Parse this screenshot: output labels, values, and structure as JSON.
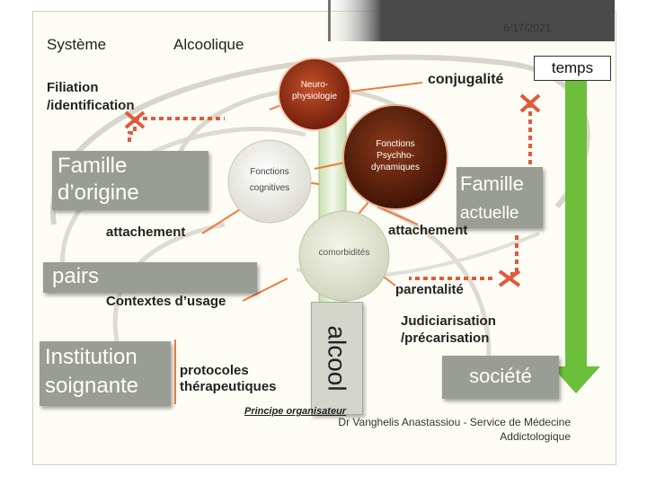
{
  "header": {
    "date": "6/17/2021",
    "left_label": "Système",
    "center_label": "Alcoolique",
    "temps": "temps"
  },
  "labels": {
    "filiation_line1": "Filiation",
    "filiation_line2": "/identification",
    "conjugalite": "conjugalité",
    "famille_origine_line1": "Famille",
    "famille_origine_line2": "d’origine",
    "famille_actuelle_line1": "Famille",
    "famille_actuelle_line2": "actuelle",
    "attachement_left": "attachement",
    "attachement_right": "attachement",
    "pairs": "pairs",
    "contextes": "Contextes d’usage",
    "parentalite": "parentalité",
    "institution_line1": "Institution",
    "institution_line2": "soignante",
    "protocoles_line1": "protocoles",
    "protocoles_line2": "thérapeutiques",
    "alcool": "alcool",
    "judiciarisation_line1": "Judiciarisation",
    "judiciarisation_line2": "/précarisation",
    "societe": "société",
    "principe": "Principe organisateur",
    "credit_line1": "Dr Vanghelis Anastassiou - Service de Médecine",
    "credit_line2": "Addictologique"
  },
  "circles": {
    "neuro_line1": "Neuro-",
    "neuro_line2": "physiologie",
    "fonctions_psy_line1": "Fonctions",
    "fonctions_psy_line2": "Psychho-",
    "fonctions_psy_line3": "dynamiques",
    "fonctions_cog_line1": "Fonctions",
    "fonctions_cog_line2": "cognitives",
    "comorbidites": "comorbidités"
  },
  "colors": {
    "orange": "#f07a3c",
    "red_dotted": "#e05a3a",
    "green_arrow": "#6cbf3a",
    "grey_box": "#9a9d93",
    "neuro_circle": "#8a2a12",
    "psy_circle": "#5a1d0c"
  }
}
